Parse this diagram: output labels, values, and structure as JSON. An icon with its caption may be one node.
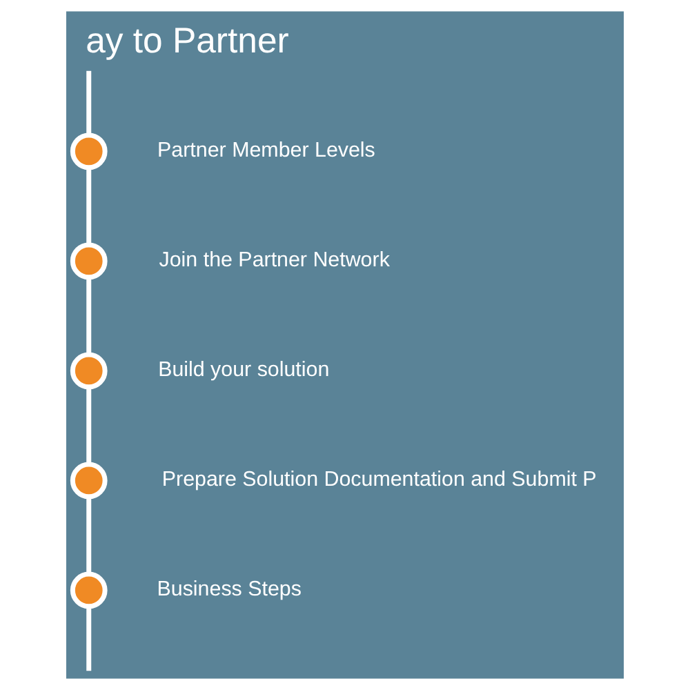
{
  "diagram": {
    "title": "ay to Partner",
    "nodes": [
      {
        "text": [],
        "shape": "circle",
        "beside": [
          "Partner Member Levels"
        ]
      },
      {
        "text": [],
        "shape": "circle",
        "beside": [
          "Join the Partner Network"
        ]
      },
      {
        "text": [],
        "shape": "circle",
        "beside": [
          "Build your solution"
        ]
      },
      {
        "text": [],
        "shape": "circle",
        "beside": [
          "Prepare Solution Documentation and Submit P"
        ]
      },
      {
        "text": [],
        "shape": "circle",
        "beside": [
          "Business Steps"
        ]
      }
    ],
    "edges": [
      {
        "from": null,
        "to": 0,
        "arrow": "none"
      },
      {
        "from": 0,
        "to": 1,
        "arrow": "none"
      },
      {
        "from": 1,
        "to": 2,
        "arrow": "none"
      },
      {
        "from": 2,
        "to": 3,
        "arrow": "none"
      },
      {
        "from": 3,
        "to": 4,
        "arrow": "none"
      },
      {
        "from": 4,
        "to": null,
        "arrow": "none"
      }
    ]
  }
}
